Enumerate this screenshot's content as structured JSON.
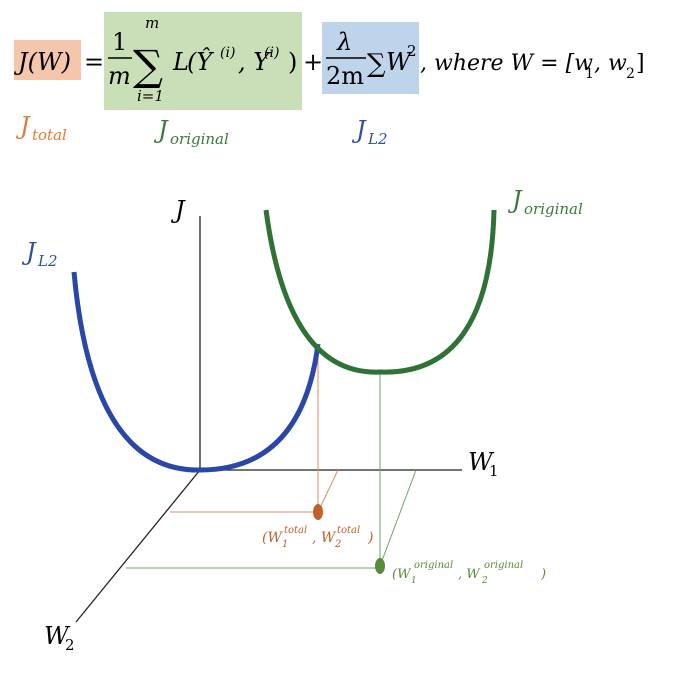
{
  "equation": {
    "lhs": "J(W)",
    "equals": "=",
    "original_term": {
      "frac_num": "1",
      "frac_den": "m",
      "sum_sign": "∑",
      "sum_upper": "m",
      "sum_lower": "i=1",
      "loss_fn": "L",
      "loss_args": "(Ŷ",
      "sup_i_1": "(i)",
      "comma_y": ", Y",
      "sup_i_2": "(i)",
      "close": ")"
    },
    "plus": "+",
    "reg_term": {
      "frac_num": "λ",
      "frac_den": "2m",
      "sum_sign": "∑",
      "w": "W",
      "sq": "2"
    },
    "where": ", where W = [w",
    "w1_sub": "1",
    "sep": ", w",
    "w2_sub": "2",
    "end": "]"
  },
  "term_labels": {
    "total": "J",
    "total_sub": "total",
    "original": "J",
    "original_sub": "original",
    "l2": "J",
    "l2_sub": "L2"
  },
  "axes": {
    "j": "J",
    "w1": "W",
    "w1_sub": "1",
    "w2": "W",
    "w2_sub": "2"
  },
  "curve_labels": {
    "original": "J",
    "original_sub": "original",
    "l2": "J",
    "l2_sub": "L2"
  },
  "points": {
    "total": {
      "open": "(W",
      "w1_sub": "1",
      "w1_sup": "total",
      "mid": ", W",
      "w2_sub": "2",
      "w2_sup": "total",
      "close": ")"
    },
    "original": {
      "open": "(W",
      "w1_sub": "1",
      "w1_sup": "original",
      "mid": ", W",
      "w2_sub": "2",
      "w2_sup": "original",
      "close": ")"
    }
  },
  "colors": {
    "total": "#e07b39",
    "total_bg": "#f4c7ac",
    "original": "#3c7a3d",
    "original_bg": "#c8dfb7",
    "l2": "#2e4ea6",
    "l2_bg": "#bdd4ea",
    "axis": "#222222",
    "curve_blue": "#2a47a8",
    "curve_green": "#2f7236",
    "proj_orange": "#e08a6a",
    "proj_green": "#6aa765",
    "point_orange": "#c0602a",
    "point_green": "#5a8a3c"
  }
}
